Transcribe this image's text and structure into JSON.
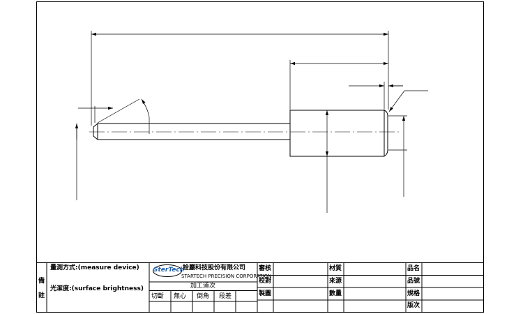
{
  "notes": {
    "side_label_1": "備",
    "side_label_2": "註",
    "measure_device": "量測方式:(measure device)",
    "surface_brightness": "光潔度:(surface brightness)"
  },
  "company": {
    "logo_text": "SterTech",
    "name_cn": "詮巖科技股份有限公司",
    "name_en": "STARTECH PRECISION CORPORATION",
    "process_title": "加工道次",
    "processes": [
      "切斷",
      "無心",
      "倒角",
      "段差"
    ]
  },
  "approvals": {
    "review": "審核",
    "check": "校對",
    "drawn": "製圖"
  },
  "material_block": {
    "material": "材質",
    "source": "來源",
    "quantity": "數量"
  },
  "part_block": {
    "part_name": "品名",
    "part_number": "品號",
    "specification": "規格",
    "revision": "版次"
  }
}
